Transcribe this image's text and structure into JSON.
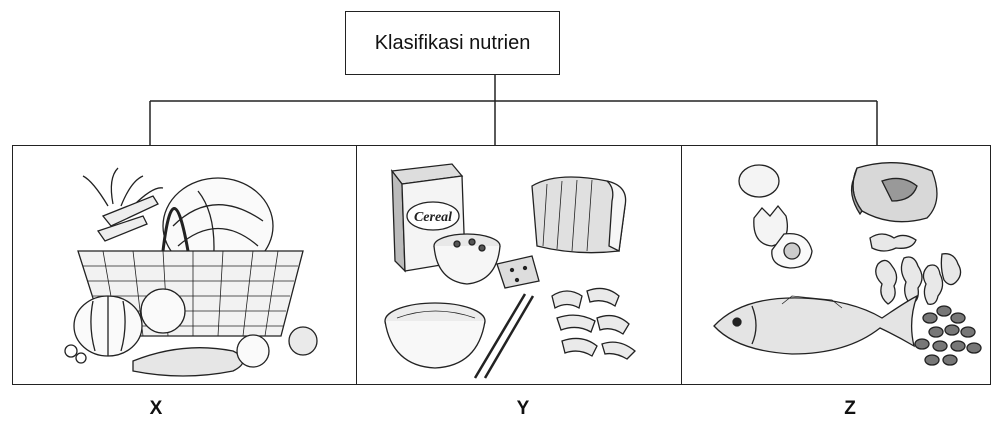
{
  "root": {
    "label": "Klasifikasi nutrien"
  },
  "groups": [
    {
      "id": "X",
      "label": "X",
      "icons": [
        "vegetable-basket-icon"
      ]
    },
    {
      "id": "Y",
      "label": "Y",
      "icons": [
        "cereal-box-icon",
        "bread-icon",
        "rice-bowl-icon",
        "chopsticks-icon",
        "pasta-icon",
        "cracker-icon"
      ],
      "box_text": "Cereal"
    },
    {
      "id": "Z",
      "label": "Z",
      "icons": [
        "egg-icon",
        "meat-steak-icon",
        "cracked-egg-icon",
        "peanuts-icon",
        "fish-icon",
        "beans-icon"
      ]
    }
  ]
}
